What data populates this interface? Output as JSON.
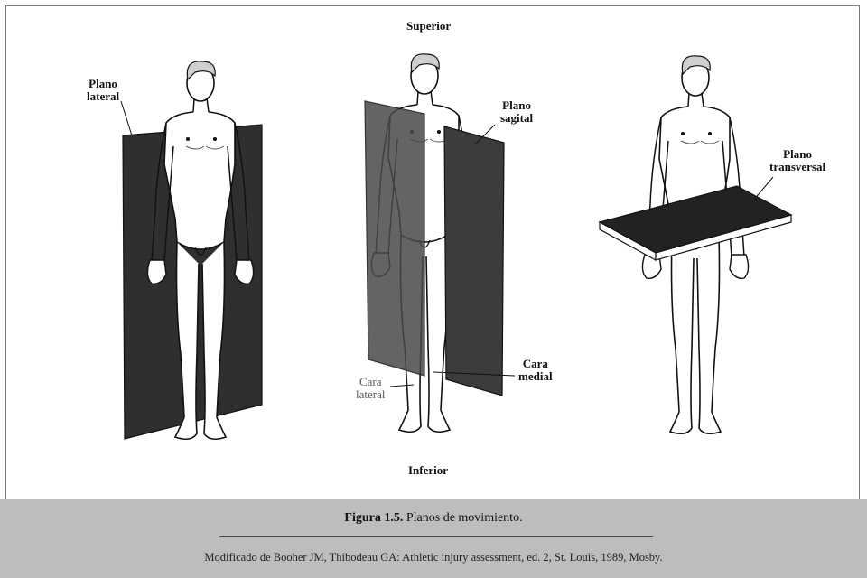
{
  "labels": {
    "plano_lateral": [
      "Plano",
      "lateral"
    ],
    "superior": "Superior",
    "plano_sagital": [
      "Plano",
      "sagital"
    ],
    "plano_transversal": [
      "Plano",
      "transversal"
    ],
    "cara_lateral": [
      "Cara",
      "lateral"
    ],
    "cara_medial": [
      "Cara",
      "medial"
    ],
    "inferior": "Inferior"
  },
  "caption": {
    "figure_number": "Figura 1.5.",
    "figure_title": "Planos de movimiento.",
    "source": "Modificado de Booher JM, Thibodeau GA: Athletic injury assessment, ed. 2, St. Louis, 1989, Mosby."
  },
  "colors": {
    "plane_dark": "#2f2f2f",
    "plane_mid": "#4a4a4a",
    "caption_bg": "#bdbdbd",
    "figure_line": "#111111"
  }
}
